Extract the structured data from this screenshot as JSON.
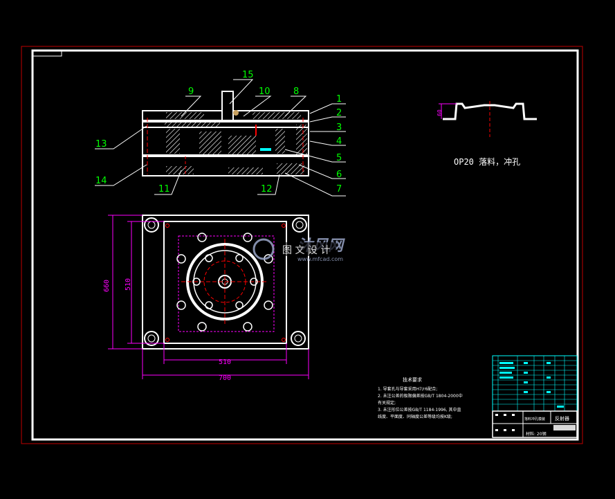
{
  "balloons": [
    "15",
    "9",
    "10",
    "8",
    "1",
    "2",
    "3",
    "4",
    "5",
    "6",
    "7",
    "13",
    "14",
    "11",
    "12"
  ],
  "dimensions": {
    "height_outer": "660",
    "height_inner": "510",
    "width_inner": "510",
    "width_outer": "700",
    "part_height": "60"
  },
  "operation_label": "OP20 落料，冲孔",
  "watermark": {
    "brand": "沐风网",
    "subtitle": "图 文 设 计",
    "url": "www.mfcad.com"
  },
  "tech_requirements": {
    "title": "技术要求",
    "lines": [
      "1. 导套孔与导套采用H7/r6配合;",
      "2. 未注公差的极限偏差按GB/T 1804-2000中",
      "   有关规定;",
      "3. 未注形位公差按GB/T 1184-1996, 其中直",
      "   线度、平面度、同轴度公差等级均按K级;"
    ]
  },
  "title_block": {
    "drawing_name": "反射器",
    "title_fragment": "落料冲孔模装",
    "material": "材料: 20钢"
  },
  "colors": {
    "background": "#000000",
    "frame": "#ffffff",
    "sheet_border": "#ff0000",
    "balloon": "#00ff00",
    "dimension": "#ff00ff",
    "hatch": "#ffffff",
    "centerline": "#ff0000",
    "title_block": "#00ffff",
    "operation_text": "#ffffff"
  }
}
